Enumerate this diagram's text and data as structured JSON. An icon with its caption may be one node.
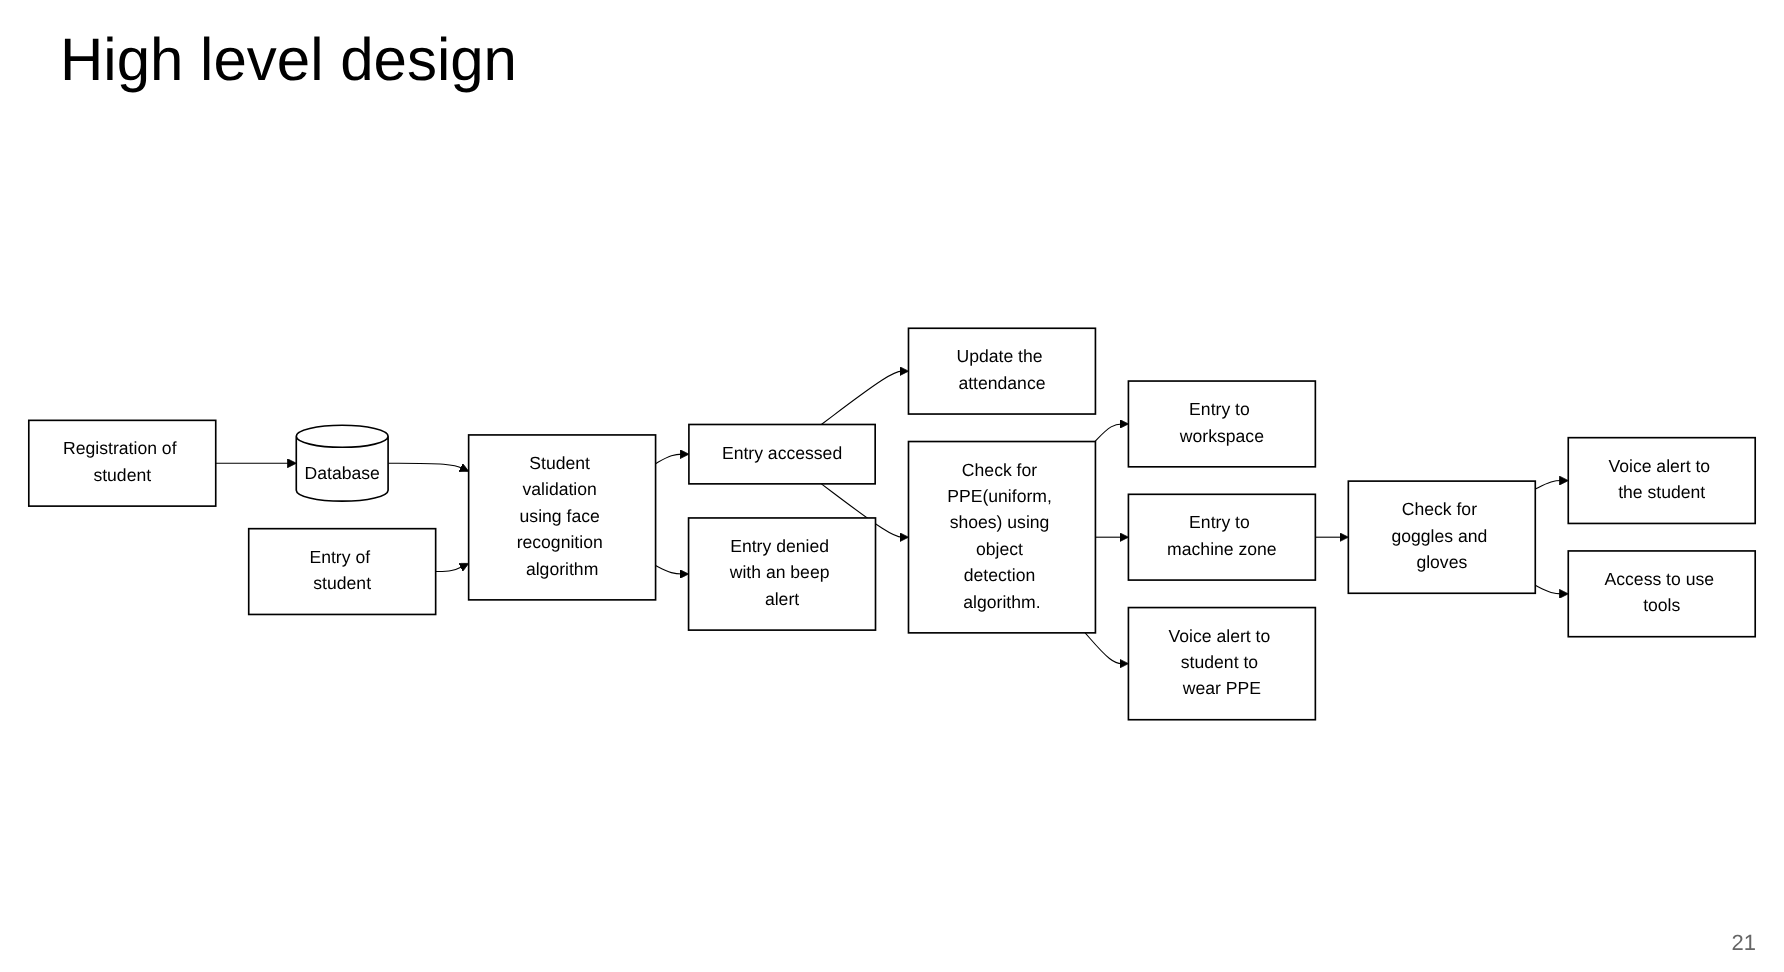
{
  "diagram": {
    "title": "High level design",
    "nodes": [
      {
        "text": [
          "Registration of student"
        ]
      },
      {
        "text": [
          "Database"
        ]
      },
      {
        "text": [
          "Entry of student"
        ]
      },
      {
        "text": [
          "Student validation using face recognition algorithm"
        ]
      },
      {
        "text": [
          "Update the attendance"
        ]
      },
      {
        "text": [
          "Entry accessed"
        ]
      },
      {
        "text": [
          "Entry denied with an beep alert"
        ]
      },
      {
        "text": [
          "Check for PPE(uniform, shoes) using object detection algorithm."
        ]
      },
      {
        "text": [
          "Entry to workspace"
        ]
      },
      {
        "text": [
          "Entry to machine zone"
        ]
      },
      {
        "text": [
          "Check for goggles and gloves"
        ]
      },
      {
        "text": [
          "Voice alert to the student"
        ]
      },
      {
        "text": [
          "Voice alert to student to wear PPE"
        ]
      },
      {
        "text": [
          "Access to use tools"
        ]
      }
    ],
    "edges": [
      {
        "from": 0,
        "to": 1,
        "arrow": "to"
      },
      {
        "from": 1,
        "to": 3,
        "arrow": "to"
      },
      {
        "from": 2,
        "to": 3,
        "arrow": "to"
      },
      {
        "from": 3,
        "to": 5,
        "arrow": "to"
      },
      {
        "from": 3,
        "to": 6,
        "arrow": "to"
      },
      {
        "from": 5,
        "to": 4,
        "arrow": "to"
      },
      {
        "from": 5,
        "to": 7,
        "arrow": "to"
      },
      {
        "from": 7,
        "to": 8,
        "arrow": "to"
      },
      {
        "from": 7,
        "to": 9,
        "arrow": "to"
      },
      {
        "from": 7,
        "to": 12,
        "arrow": "to"
      },
      {
        "from": 9,
        "to": 10,
        "arrow": "to"
      },
      {
        "from": 10,
        "to": 11,
        "arrow": "to"
      },
      {
        "from": 10,
        "to": 13,
        "arrow": "to"
      }
    ],
    "labels": [
      "21"
    ]
  }
}
